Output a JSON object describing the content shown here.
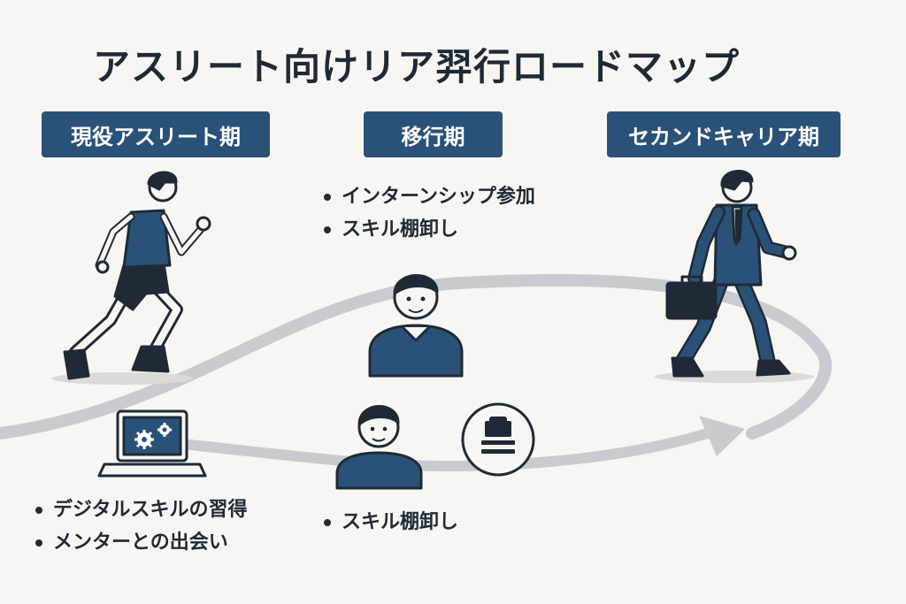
{
  "title": "アスリート向けリア羿行ロードマップ",
  "phases": [
    {
      "label": "現役アスリート期"
    },
    {
      "label": "移行期"
    },
    {
      "label": "セカンドキャリア期"
    }
  ],
  "transition_list": [
    "インターンシップ参加",
    "スキル棚卸し"
  ],
  "bottom_left_list": [
    "デジタルスキルの習得",
    "メンターとの出会い"
  ],
  "bottom_middle_list": [
    "スキル棚卸し"
  ],
  "icons": {
    "runner": "runner-icon",
    "person_top": "person-icon",
    "person_bottom": "person-icon",
    "laptop": "laptop-gears-icon",
    "badge": "document-badge-icon",
    "businessman": "businessman-briefcase-icon"
  },
  "colors": {
    "navy": "#2a5278",
    "dark": "#1f2a36",
    "path": "#c8ccd0",
    "background": "#f7f6f2"
  }
}
